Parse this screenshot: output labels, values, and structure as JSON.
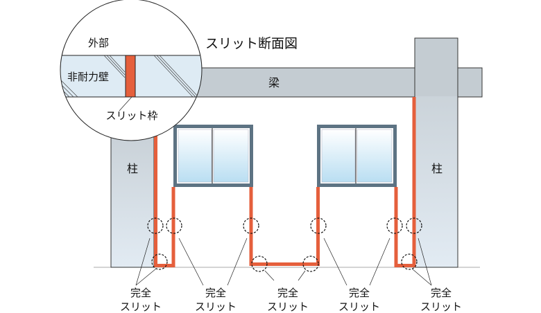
{
  "title": "スリット断面図",
  "labels": {
    "beam": "梁",
    "column_left": "柱",
    "column_right": "柱"
  },
  "detail": {
    "exterior": "外部",
    "wall": "非耐力壁",
    "slit_frame": "スリット枠"
  },
  "callouts": [
    {
      "line1": "完全",
      "line2": "スリット"
    },
    {
      "line1": "完全",
      "line2": "スリット"
    },
    {
      "line1": "完全",
      "line2": "スリット"
    },
    {
      "line1": "完全",
      "line2": "スリット"
    },
    {
      "line1": "完全",
      "line2": "スリット"
    }
  ],
  "colors": {
    "slit": "#e55f3c",
    "concrete": "#c4ccd2",
    "window_frame": "#5d7383",
    "wall_section": "#deebf4"
  }
}
